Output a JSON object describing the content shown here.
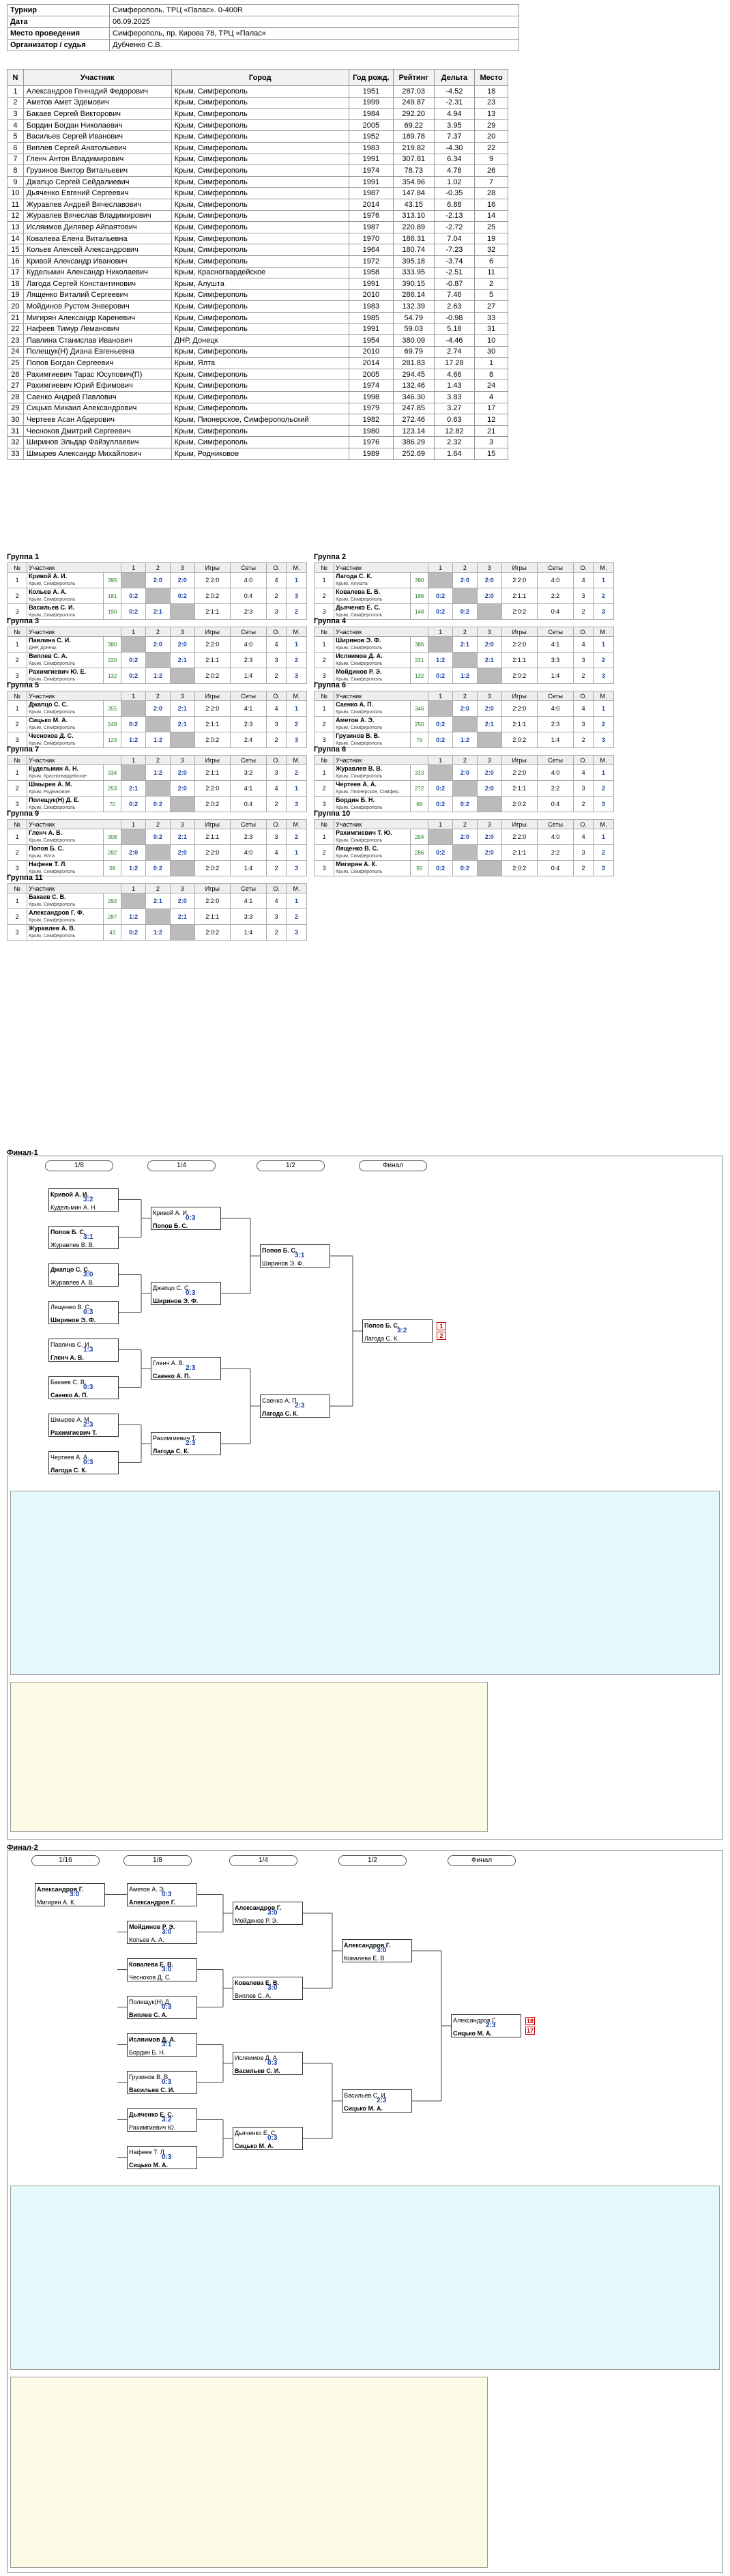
{
  "info": [
    {
      "label": "Турнир",
      "value": "Симферополь. ТРЦ «Палас». 0-400R"
    },
    {
      "label": "Дата",
      "value": "06.09.2025"
    },
    {
      "label": "Место проведения",
      "value": "Симферополь, пр. Кирова 78, ТРЦ «Палас»"
    },
    {
      "label": "Организатор / судья",
      "value": "Дубченко С.В."
    }
  ],
  "players_header": [
    "N",
    "Участник",
    "Город",
    "Год рожд.",
    "Рейтинг",
    "Дельта",
    "Место"
  ],
  "players": [
    [
      "1",
      "Александров Геннадий Федорович",
      "Крым, Симферополь",
      "1951",
      "287.03",
      "-4.52",
      "18"
    ],
    [
      "2",
      "Аметов Амет Эдемович",
      "Крым, Симферополь",
      "1999",
      "249.87",
      "-2.31",
      "23"
    ],
    [
      "3",
      "Бакаев Сергей Викторович",
      "Крым, Симферополь",
      "1984",
      "292.20",
      "4.94",
      "13"
    ],
    [
      "4",
      "Бордин Богдан Николаевич",
      "Крым, Симферополь",
      "2005",
      "69.22",
      "3.95",
      "29"
    ],
    [
      "5",
      "Васильев Сергей Иванович",
      "Крым, Симферополь",
      "1952",
      "189.78",
      "7.37",
      "20"
    ],
    [
      "6",
      "Виплев Сергей Анатольевич",
      "Крым, Симферополь",
      "1983",
      "219.82",
      "-4.30",
      "22"
    ],
    [
      "7",
      "Гленч Антон Владимирович",
      "Крым, Симферополь",
      "1991",
      "307.81",
      "6.34",
      "9"
    ],
    [
      "8",
      "Грузинов Виктор Витальевич",
      "Крым, Симферополь",
      "1974",
      "78.73",
      "4.78",
      "26"
    ],
    [
      "9",
      "Джапцо Сергей Сейдалиевич",
      "Крым, Симферополь",
      "1991",
      "354.96",
      "1.02",
      "7"
    ],
    [
      "10",
      "Дьяченко Евгений Сергеевич",
      "Крым, Симферополь",
      "1987",
      "147.84",
      "-0.35",
      "28"
    ],
    [
      "11",
      "Журавлев Андрей Вячеславович",
      "Крым, Симферополь",
      "2014",
      "43.15",
      "6.88",
      "16"
    ],
    [
      "12",
      "Журавлев Вячеслав Владимирович",
      "Крым, Симферополь",
      "1976",
      "313.10",
      "-2.13",
      "14"
    ],
    [
      "13",
      "Исляимов Дилявер Айпаятович",
      "Крым, Симферополь",
      "1987",
      "220.89",
      "-2.72",
      "25"
    ],
    [
      "14",
      "Ковалева Елена Витальевна",
      "Крым, Симферополь",
      "1970",
      "186.31",
      "7.04",
      "19"
    ],
    [
      "15",
      "Кольев Алексей Александрович",
      "Крым, Симферополь",
      "1964",
      "180.74",
      "-7.23",
      "32"
    ],
    [
      "16",
      "Кривой Александр Иванович",
      "Крым, Симферополь",
      "1972",
      "395.18",
      "-3.74",
      "6"
    ],
    [
      "17",
      "Кудельмин Александр Николаевич",
      "Крым, Красногвардейское",
      "1958",
      "333.95",
      "-2.51",
      "11"
    ],
    [
      "18",
      "Лагода Сергей Константинович",
      "Крым, Алушта",
      "1991",
      "390.15",
      "-0.87",
      "2"
    ],
    [
      "19",
      "Лященко Виталий Сергеевич",
      "Крым, Симферополь",
      "2010",
      "286.14",
      "7.46",
      "5"
    ],
    [
      "20",
      "Мойдинов Рустем Энверович",
      "Крым, Симферополь",
      "1983",
      "132.39",
      "2.63",
      "27"
    ],
    [
      "21",
      "Мигирян Александр Кареневич",
      "Крым, Симферополь",
      "1985",
      "54.79",
      "-0.98",
      "33"
    ],
    [
      "22",
      "Нафеев Тимур Леманович",
      "Крым, Симферополь",
      "1991",
      "59.03",
      "5.18",
      "31"
    ],
    [
      "23",
      "Павлина Станислав Иванович",
      "ДНР, Донецк",
      "1954",
      "380.09",
      "-4.46",
      "10"
    ],
    [
      "24",
      "Полещук(Н) Диана Евгеньевна",
      "Крым, Симферополь",
      "2010",
      "69.79",
      "2.74",
      "30"
    ],
    [
      "25",
      "Попов Богдан Сергеевич",
      "Крым, Ялта",
      "2014",
      "281.83",
      "17.28",
      "1"
    ],
    [
      "26",
      "Рахимгиевич Тарас Юсупович(П)",
      "Крым, Симферополь",
      "2005",
      "294.45",
      "4.66",
      "8"
    ],
    [
      "27",
      "Рахимгиевич Юрий Ефимович",
      "Крым, Симферополь",
      "1974",
      "132.46",
      "1.43",
      "24"
    ],
    [
      "28",
      "Саенко Андрей Павлович",
      "Крым, Симферополь",
      "1998",
      "346.30",
      "3.83",
      "4"
    ],
    [
      "29",
      "Сицько Михаил Александрович",
      "Крым, Симферополь",
      "1979",
      "247.85",
      "3.27",
      "17"
    ],
    [
      "30",
      "Чертеев Асан Абдерович",
      "Крым, Пионерское, Симферопольский",
      "1982",
      "272.46",
      "0.63",
      "12"
    ],
    [
      "31",
      "Чесноков Дмитрий Сергеевич",
      "Крым, Симферополь",
      "1980",
      "123.14",
      "12.82",
      "21"
    ],
    [
      "32",
      "Ширинов Эльдар Файзуллаевич",
      "Крым, Симферополь",
      "1976",
      "386.29",
      "2.32",
      "3"
    ],
    [
      "33",
      "Шмырев Александр Михайлович",
      "Крым, Родниковое",
      "1989",
      "252.69",
      "1.64",
      "15"
    ]
  ],
  "group_header": [
    "№",
    "Участник",
    "1",
    "2",
    "3",
    "Игры",
    "Сеты",
    "О.",
    "М."
  ],
  "groups": [
    {
      "title": "Группа 1",
      "rows": [
        {
          "n": "1",
          "name": "Кривой А. И.",
          "city": "Крым, Симферополь",
          "r": "395",
          "c1": "",
          "c2": "2:0",
          "c3": "2:0",
          "g": "2:2:0",
          "s": "4:0",
          "o": "4",
          "m": "1"
        },
        {
          "n": "2",
          "name": "Кольев А. А.",
          "city": "Крым, Симферополь",
          "r": "181",
          "c1": "0:2",
          "c2": "",
          "c3": "0:2",
          "g": "2:0:2",
          "s": "0:4",
          "o": "2",
          "m": "3"
        },
        {
          "n": "3",
          "name": "Васильев С. И.",
          "city": "Крым, Симферополь",
          "r": "190",
          "c1": "0:2",
          "c2": "2:1",
          "c3": "",
          "g": "2:1:1",
          "s": "2:3",
          "o": "3",
          "m": "2"
        }
      ]
    },
    {
      "title": "Группа 2",
      "rows": [
        {
          "n": "1",
          "name": "Лагода С. К.",
          "city": "Крым, Алушта",
          "r": "390",
          "c1": "",
          "c2": "2:0",
          "c3": "2:0",
          "g": "2:2:0",
          "s": "4:0",
          "o": "4",
          "m": "1"
        },
        {
          "n": "2",
          "name": "Ковалева Е. В.",
          "city": "Крым, Симферополь",
          "r": "186",
          "c1": "0:2",
          "c2": "",
          "c3": "2:0",
          "g": "2:1:1",
          "s": "2:2",
          "o": "3",
          "m": "2"
        },
        {
          "n": "3",
          "name": "Дьяченко Е. С.",
          "city": "Крым, Симферополь",
          "r": "148",
          "c1": "0:2",
          "c2": "0:2",
          "c3": "",
          "g": "2:0:2",
          "s": "0:4",
          "o": "2",
          "m": "3"
        }
      ]
    },
    {
      "title": "Группа 3",
      "rows": [
        {
          "n": "1",
          "name": "Павлина С. И.",
          "city": "ДНР, Донецк",
          "r": "380",
          "c1": "",
          "c2": "2:0",
          "c3": "2:0",
          "g": "2:2:0",
          "s": "4:0",
          "o": "4",
          "m": "1"
        },
        {
          "n": "2",
          "name": "Виплев С. А.",
          "city": "Крым, Симферополь",
          "r": "220",
          "c1": "0:2",
          "c2": "",
          "c3": "2:1",
          "g": "2:1:1",
          "s": "2:3",
          "o": "3",
          "m": "2"
        },
        {
          "n": "3",
          "name": "Рахимгиевич Ю. Е.",
          "city": "Крым, Симферополь",
          "r": "132",
          "c1": "0:2",
          "c2": "1:2",
          "c3": "",
          "g": "2:0:2",
          "s": "1:4",
          "o": "2",
          "m": "3"
        }
      ]
    },
    {
      "title": "Группа 4",
      "rows": [
        {
          "n": "1",
          "name": "Ширинов Э. Ф.",
          "city": "Крым, Симферополь",
          "r": "386",
          "c1": "",
          "c2": "2:1",
          "c3": "2:0",
          "g": "2:2:0",
          "s": "4:1",
          "o": "4",
          "m": "1"
        },
        {
          "n": "2",
          "name": "Исляимов Д. А.",
          "city": "Крым, Симферополь",
          "r": "221",
          "c1": "1:2",
          "c2": "",
          "c3": "2:1",
          "g": "2:1:1",
          "s": "3:3",
          "o": "3",
          "m": "2"
        },
        {
          "n": "3",
          "name": "Мойдинов Р. Э.",
          "city": "Крым, Симферополь",
          "r": "132",
          "c1": "0:2",
          "c2": "1:2",
          "c3": "",
          "g": "2:0:2",
          "s": "1:4",
          "o": "2",
          "m": "3"
        }
      ]
    },
    {
      "title": "Группа 5",
      "rows": [
        {
          "n": "1",
          "name": "Джапцо С. С.",
          "city": "Крым, Симферополь",
          "r": "355",
          "c1": "",
          "c2": "2:0",
          "c3": "2:1",
          "g": "2:2:0",
          "s": "4:1",
          "o": "4",
          "m": "1"
        },
        {
          "n": "2",
          "name": "Сицько М. А.",
          "city": "Крым, Симферополь",
          "r": "248",
          "c1": "0:2",
          "c2": "",
          "c3": "2:1",
          "g": "2:1:1",
          "s": "2:3",
          "o": "3",
          "m": "2"
        },
        {
          "n": "3",
          "name": "Чесноков Д. С.",
          "city": "Крым, Симферополь",
          "r": "123",
          "c1": "1:2",
          "c2": "1:2",
          "c3": "",
          "g": "2:0:2",
          "s": "2:4",
          "o": "2",
          "m": "3"
        }
      ]
    },
    {
      "title": "Группа 6",
      "rows": [
        {
          "n": "1",
          "name": "Саенко А. П.",
          "city": "Крым, Симферополь",
          "r": "346",
          "c1": "",
          "c2": "2:0",
          "c3": "2:0",
          "g": "2:2:0",
          "s": "4:0",
          "o": "4",
          "m": "1"
        },
        {
          "n": "2",
          "name": "Аметов А. Э.",
          "city": "Крым, Симферополь",
          "r": "250",
          "c1": "0:2",
          "c2": "",
          "c3": "2:1",
          "g": "2:1:1",
          "s": "2:3",
          "o": "3",
          "m": "2"
        },
        {
          "n": "3",
          "name": "Грузинов В. В.",
          "city": "Крым, Симферополь",
          "r": "79",
          "c1": "0:2",
          "c2": "1:2",
          "c3": "",
          "g": "2:0:2",
          "s": "1:4",
          "o": "2",
          "m": "3"
        }
      ]
    },
    {
      "title": "Группа 7",
      "rows": [
        {
          "n": "1",
          "name": "Кудельмин А. Н.",
          "city": "Крым, Красногвардейское",
          "r": "334",
          "c1": "",
          "c2": "1:2",
          "c3": "2:0",
          "g": "2:1:1",
          "s": "3:2",
          "o": "3",
          "m": "2"
        },
        {
          "n": "2",
          "name": "Шмырев А. М.",
          "city": "Крым, Родниковое",
          "r": "253",
          "c1": "2:1",
          "c2": "",
          "c3": "2:0",
          "g": "2:2:0",
          "s": "4:1",
          "o": "4",
          "m": "1"
        },
        {
          "n": "3",
          "name": "Полещук(Н) Д. Е.",
          "city": "Крым, Симферополь",
          "r": "70",
          "c1": "0:2",
          "c2": "0:2",
          "c3": "",
          "g": "2:0:2",
          "s": "0:4",
          "o": "2",
          "m": "3"
        }
      ]
    },
    {
      "title": "Группа 8",
      "rows": [
        {
          "n": "1",
          "name": "Журавлев В. В.",
          "city": "Крым, Симферополь",
          "r": "313",
          "c1": "",
          "c2": "2:0",
          "c3": "2:0",
          "g": "2:2:0",
          "s": "4:0",
          "o": "4",
          "m": "1"
        },
        {
          "n": "2",
          "name": "Чертеев А. А.",
          "city": "Крым, Пионерское, Симфер.",
          "r": "272",
          "c1": "0:2",
          "c2": "",
          "c3": "2:0",
          "g": "2:1:1",
          "s": "2:2",
          "o": "3",
          "m": "2"
        },
        {
          "n": "3",
          "name": "Бордин Б. Н.",
          "city": "Крым, Симферополь",
          "r": "69",
          "c1": "0:2",
          "c2": "0:2",
          "c3": "",
          "g": "2:0:2",
          "s": "0:4",
          "o": "2",
          "m": "3"
        }
      ]
    },
    {
      "title": "Группа 9",
      "rows": [
        {
          "n": "1",
          "name": "Гленч А. В.",
          "city": "Крым, Симферополь",
          "r": "308",
          "c1": "",
          "c2": "0:2",
          "c3": "2:1",
          "g": "2:1:1",
          "s": "2:3",
          "o": "3",
          "m": "2"
        },
        {
          "n": "2",
          "name": "Попов Б. С.",
          "city": "Крым, Ялта",
          "r": "282",
          "c1": "2:0",
          "c2": "",
          "c3": "2:0",
          "g": "2:2:0",
          "s": "4:0",
          "o": "4",
          "m": "1"
        },
        {
          "n": "3",
          "name": "Нафеев Т. Л.",
          "city": "Крым, Симферополь",
          "r": "59",
          "c1": "1:2",
          "c2": "0:2",
          "c3": "",
          "g": "2:0:2",
          "s": "1:4",
          "o": "2",
          "m": "3"
        }
      ]
    },
    {
      "title": "Группа 10",
      "rows": [
        {
          "n": "1",
          "name": "Рахимгиевич Т. Ю.",
          "city": "Крым, Симферополь",
          "r": "294",
          "c1": "",
          "c2": "2:0",
          "c3": "2:0",
          "g": "2:2:0",
          "s": "4:0",
          "o": "4",
          "m": "1"
        },
        {
          "n": "2",
          "name": "Лященко В. С.",
          "city": "Крым, Симферополь",
          "r": "286",
          "c1": "0:2",
          "c2": "",
          "c3": "2:0",
          "g": "2:1:1",
          "s": "2:2",
          "o": "3",
          "m": "2"
        },
        {
          "n": "3",
          "name": "Мигирян А. К.",
          "city": "Крым, Симферополь",
          "r": "55",
          "c1": "0:2",
          "c2": "0:2",
          "c3": "",
          "g": "2:0:2",
          "s": "0:4",
          "o": "2",
          "m": "3"
        }
      ]
    },
    {
      "title": "Группа 11",
      "rows": [
        {
          "n": "1",
          "name": "Бакаев С. В.",
          "city": "Крым, Симферополь",
          "r": "292",
          "c1": "",
          "c2": "2:1",
          "c3": "2:0",
          "g": "2:2:0",
          "s": "4:1",
          "o": "4",
          "m": "1"
        },
        {
          "n": "2",
          "name": "Александров Г. Ф.",
          "city": "Крым, Симферополь",
          "r": "287",
          "c1": "1:2",
          "c2": "",
          "c3": "2:1",
          "g": "2:1:1",
          "s": "3:3",
          "o": "3",
          "m": "2"
        },
        {
          "n": "3",
          "name": "Журавлев А. В.",
          "city": "Крым, Симферополь",
          "r": "43",
          "c1": "0:2",
          "c2": "1:2",
          "c3": "",
          "g": "2:0:2",
          "s": "1:4",
          "o": "2",
          "m": "3"
        }
      ]
    }
  ],
  "final1": {
    "title": "Финал-1",
    "rounds": [
      "1/8",
      "1/4",
      "1/2",
      "Финал"
    ],
    "r16": [
      {
        "a": "Кривой А. И.",
        "b": "Кудельмин А. Н.",
        "score": "3:2"
      },
      {
        "a": "Попов Б. С.",
        "b": "Журавлев В. В.",
        "score": "3:1"
      },
      {
        "a": "Джапцо С. С.",
        "b": "Журавлев А. В.",
        "score": "3:0"
      },
      {
        "a": "Лященко В. С.",
        "b": "Ширинов Э. Ф.",
        "score": "0:3"
      },
      {
        "a": "Павлина С. И.",
        "b": "Гленч А. В.",
        "score": "1:3"
      },
      {
        "a": "Бакаев С. В.",
        "b": "Саенко А. П.",
        "score": "0:3"
      },
      {
        "a": "Шмырев А. М.",
        "b": "Рахимгиевич Т.",
        "score": "2:3"
      },
      {
        "a": "Чертеев А. А.",
        "b": "Лагода С. К.",
        "score": "0:3"
      }
    ],
    "qf": [
      {
        "a": "Кривой А. И.",
        "b": "Попов Б. С.",
        "score": "0:3"
      },
      {
        "a": "Джапцо С. С.",
        "b": "Ширинов Э. Ф.",
        "score": "0:3"
      },
      {
        "a": "Гленч А. В.",
        "b": "Саенко А. П.",
        "score": "2:3"
      },
      {
        "a": "Рахимгиевич Т.",
        "b": "Лагода С. К.",
        "score": "2:3"
      }
    ],
    "sf": [
      {
        "a": "Попов Б. С.",
        "b": "Ширинов Э. Ф.",
        "score": "3:1"
      },
      {
        "a": "Саенко А. П.",
        "b": "Лагода С. К.",
        "score": "2:3"
      }
    ],
    "final": {
      "a": "Попов Б. С.",
      "b": "Лагода С. К.",
      "score": "3:2"
    },
    "places": [
      "1",
      "2"
    ]
  },
  "final2": {
    "title": "Финал-2",
    "rounds": [
      "1/16",
      "1/8",
      "1/4",
      "1/2",
      "Финал"
    ],
    "r32": [
      {
        "a": "Александров Г.",
        "b": "Мигирян А. К.",
        "score": "3:0"
      }
    ],
    "r16": [
      {
        "a": "Аметов А. Э.",
        "b": "Александров Г.",
        "score": "0:3"
      },
      {
        "a": "Мойдинов Р. Э.",
        "b": "Кольев А. А.",
        "score": "3:0"
      },
      {
        "a": "Ковалева Е. В.",
        "b": "Чесноков Д. С.",
        "score": "3:0"
      },
      {
        "a": "Полещук(Н) Д.",
        "b": "Виплев С. А.",
        "score": "0:3"
      },
      {
        "a": "Исляимов Д. А.",
        "b": "Бордин Б. Н.",
        "score": "3:1"
      },
      {
        "a": "Грузинов В. В.",
        "b": "Васильев С. И.",
        "score": "0:3"
      },
      {
        "a": "Дьяченко Е. С.",
        "b": "Рахимгиевич Ю.",
        "score": "3:2"
      },
      {
        "a": "Нафеев Т. Л.",
        "b": "Сицько М. А.",
        "score": "0:3"
      }
    ],
    "qf": [
      {
        "a": "Александров Г.",
        "b": "Мойдинов Р. Э.",
        "score": "3:0"
      },
      {
        "a": "Ковалева Е. В.",
        "b": "Виплев С. А.",
        "score": "3:0"
      },
      {
        "a": "Исляимов Д. А.",
        "b": "Васильев С. И.",
        "score": "0:3"
      },
      {
        "a": "Дьяченко Е. С.",
        "b": "Сицько М. А.",
        "score": "0:3"
      }
    ],
    "sf": [
      {
        "a": "Александров Г.",
        "b": "Ковалева Е. В.",
        "score": "3:0"
      },
      {
        "a": "Васильев С. И.",
        "b": "Сицько М. А.",
        "score": "2:3"
      }
    ],
    "final": {
      "a": "Александров Г.",
      "b": "Сицько М. А.",
      "score": "2:3"
    },
    "places": [
      "18",
      "17"
    ]
  }
}
